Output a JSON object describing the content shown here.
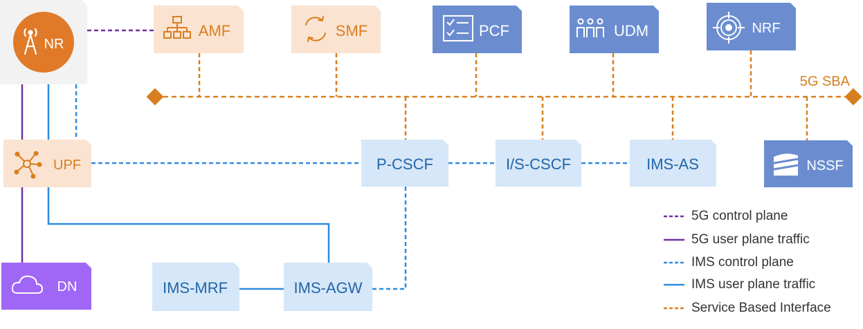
{
  "nodes": {
    "nr": "NR",
    "amf": "AMF",
    "smf": "SMF",
    "pcf": "PCF",
    "udm": "UDM",
    "nrf": "NRF",
    "upf": "UPF",
    "pcscf": "P-CSCF",
    "iscscf": "I/S-CSCF",
    "imsas": "IMS-AS",
    "nssf": "NSSF",
    "dn": "DN",
    "imsmrf": "IMS-MRF",
    "imsagw": "IMS-AGW"
  },
  "bus_label": "5G SBA",
  "legend": [
    {
      "label": "5G control plane",
      "color": "#7030a0",
      "style": "dashed"
    },
    {
      "label": "5G user plane traffic",
      "color": "#7030a0",
      "style": "solid"
    },
    {
      "label": "IMS control plane",
      "color": "#2e8be0",
      "style": "dashed"
    },
    {
      "label": "IMS user plane traffic",
      "color": "#2e8be0",
      "style": "solid"
    },
    {
      "label": "Service Based Interface",
      "color": "#d77f1f",
      "style": "dashed"
    }
  ],
  "colors": {
    "orange": "#d77f1f",
    "orange_fill": "#fbe3d1",
    "blue_box": "#6b8dd0",
    "ims_fill": "#d5e7f8",
    "ims_text": "#2464a8",
    "purple": "#7030a0",
    "dn_fill": "#a066f5",
    "nr_fill": "#e07a28",
    "light_blue": "#2e8be0"
  },
  "icons": {
    "nr": "antenna-tower-icon",
    "amf": "hierarchy-icon",
    "smf": "refresh-cycle-icon",
    "pcf": "checklist-icon",
    "udm": "user-group-icon",
    "nrf": "target-crosshair-icon",
    "upf": "network-hub-icon",
    "nssf": "stacked-slices-icon",
    "dn": "cloud-icon"
  }
}
